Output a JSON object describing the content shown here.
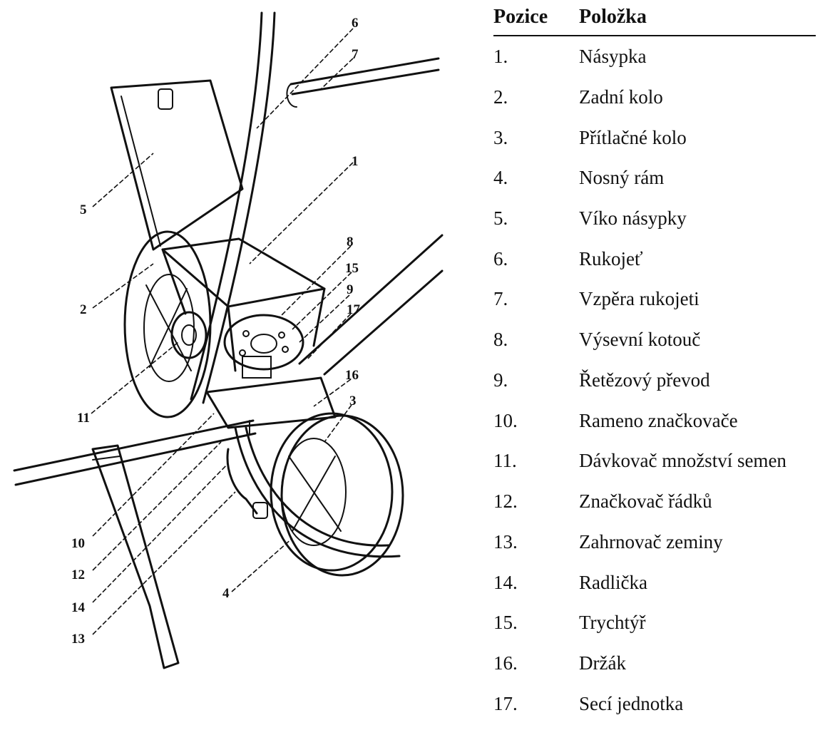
{
  "table": {
    "header": {
      "position": "Pozice",
      "item": "Položka"
    },
    "rows": [
      {
        "num": "1.",
        "name": "Násypka"
      },
      {
        "num": "2.",
        "name": "Zadní kolo"
      },
      {
        "num": "3.",
        "name": "Přítlačné kolo"
      },
      {
        "num": "4.",
        "name": "Nosný rám"
      },
      {
        "num": "5.",
        "name": "Víko násypky"
      },
      {
        "num": "6.",
        "name": "Rukojeť"
      },
      {
        "num": "7.",
        "name": "Vzpěra rukojeti"
      },
      {
        "num": "8.",
        "name": "Výsevní kotouč"
      },
      {
        "num": "9.",
        "name": "Řetězový převod"
      },
      {
        "num": "10.",
        "name": "Rameno značkovače"
      },
      {
        "num": "11.",
        "name": "Dávkovač množství semen"
      },
      {
        "num": "12.",
        "name": "Značkovač řádků"
      },
      {
        "num": "13.",
        "name": "Zahrnovač zeminy"
      },
      {
        "num": "14.",
        "name": "Radlička"
      },
      {
        "num": "15.",
        "name": "Trychtýř"
      },
      {
        "num": "16.",
        "name": "Držák"
      },
      {
        "num": "17.",
        "name": "Secí jednotka"
      }
    ]
  },
  "drawing": {
    "callouts": [
      "1",
      "2",
      "3",
      "4",
      "5",
      "6",
      "7",
      "8",
      "9",
      "10",
      "11",
      "12",
      "13",
      "14",
      "15",
      "16",
      "17"
    ]
  }
}
